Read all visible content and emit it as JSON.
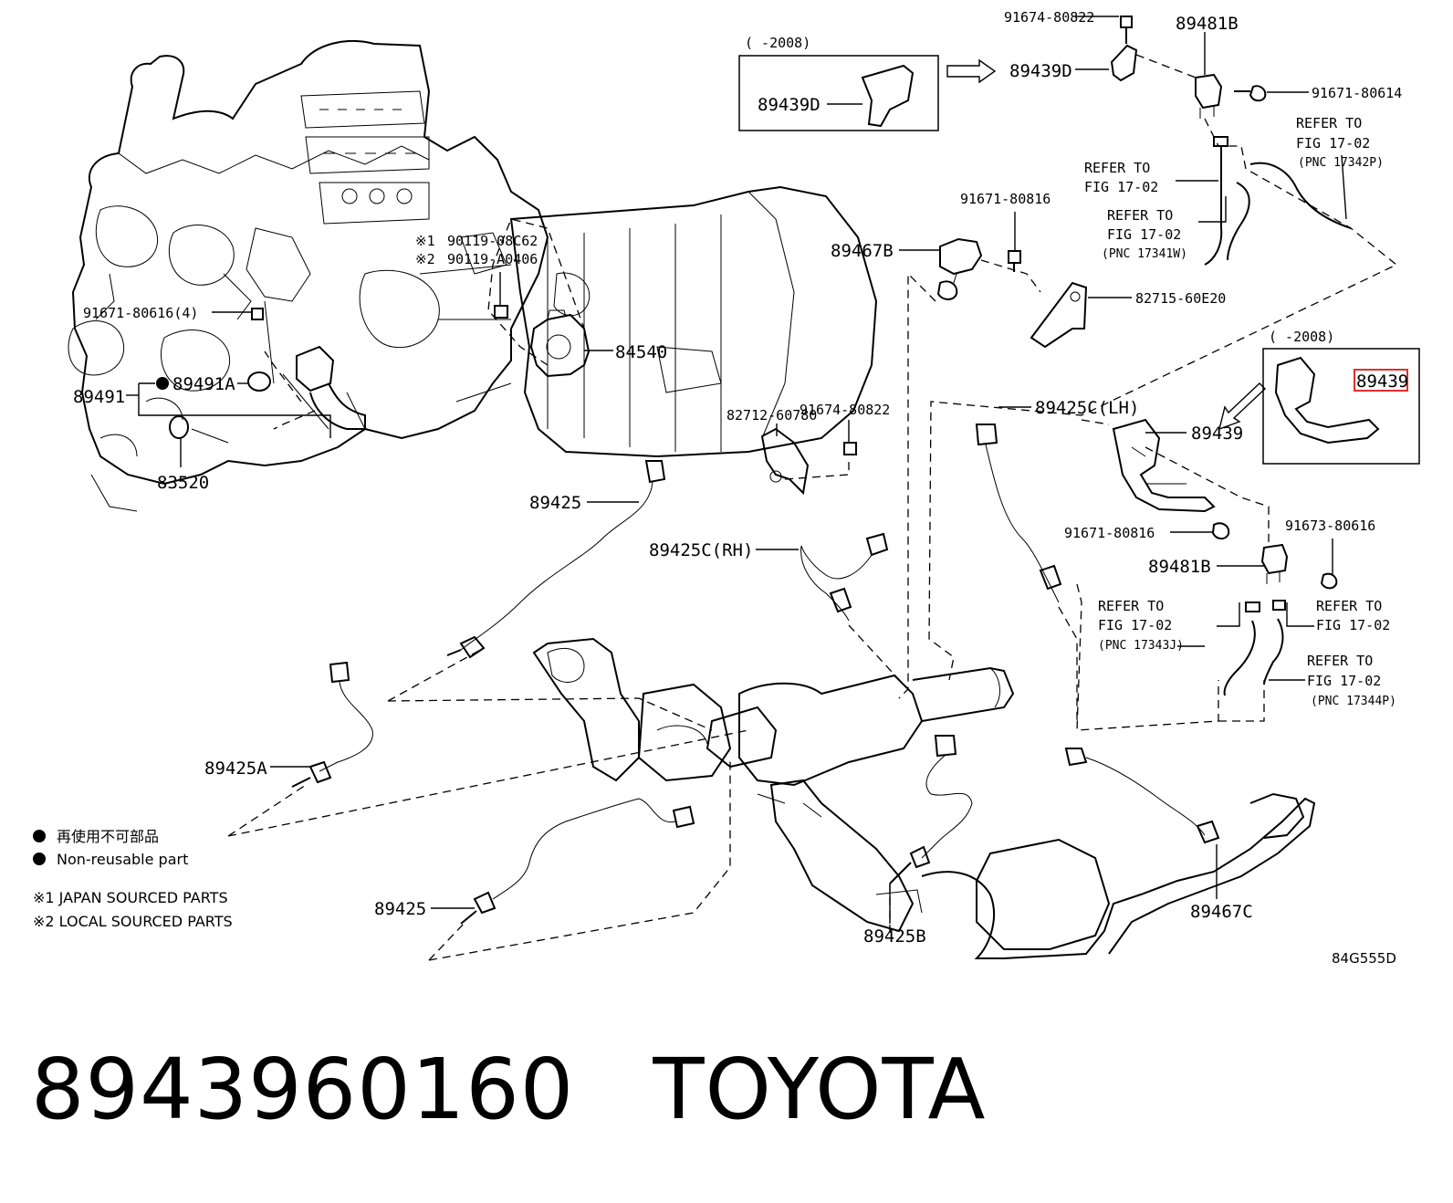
{
  "labels": {
    "l_91674_top": "91674-80822",
    "l_89481b_top": "89481B",
    "l_box1_date": "(   -2008)",
    "l_box1_part": "89439D",
    "l_89439d": "89439D",
    "l_91671_80614": "91671-80614",
    "l_refer_a1": "REFER TO",
    "l_refer_a2": "FIG 17-02",
    "l_refer_a3": "(PNC 17342P)",
    "l_refer_b1": "REFER TO",
    "l_refer_b2": "FIG 17-02",
    "l_refer_c1": "REFER TO",
    "l_refer_c2": "FIG 17-02",
    "l_refer_c3": "(PNC 17341W)",
    "l_91671_80816_top": "91671-80816",
    "l_89467b": "89467B",
    "l_82715": "82715-60E20",
    "l_ref1_mark": "※1",
    "l_ref1_num": "90119-08C62",
    "l_ref2_mark": "※2",
    "l_ref2_num": "90119-A0406",
    "l_91671_80616_4": "91671-80616(4)",
    "l_84540": "84540",
    "l_89491": "89491",
    "l_89491a": "89491A",
    "l_83520": "83520",
    "l_82712": "82712-60780",
    "l_91674_mid": "91674-80822",
    "l_box2_date": "(   -2008)",
    "l_box2_part": "89439",
    "l_89425c_lh": "89425C(LH)",
    "l_89439": "89439",
    "l_89425_a": "89425",
    "l_89425c_rh": "89425C(RH)",
    "l_91671_80816_mid": "91671-80816",
    "l_91673": "91673-80616",
    "l_89481b_mid": "89481B",
    "l_refer_d1": "REFER TO",
    "l_refer_d2": "FIG 17-02",
    "l_refer_d3": "(PNC 17343J)",
    "l_refer_e1": "REFER TO",
    "l_refer_e2": "FIG 17-02",
    "l_refer_f1": "REFER TO",
    "l_refer_f2": "FIG 17-02",
    "l_refer_f3": "(PNC 17344P)",
    "l_89425a": "89425A",
    "l_89425_b": "89425",
    "l_89425b": "89425B",
    "l_89467c": "89467C",
    "l_ill_code": "84G555D"
  },
  "legend": {
    "nonreusable_jp": "再使用不可部品",
    "nonreusable_en": "Non-reusable part",
    "note1": "※1 JAPAN SOURCED PARTS",
    "note2": "※2 LOCAL SOURCED PARTS"
  },
  "footer": {
    "part_number": "8943960160",
    "brand": "TOYOTA"
  },
  "colors": {
    "highlight": "#e03030"
  }
}
